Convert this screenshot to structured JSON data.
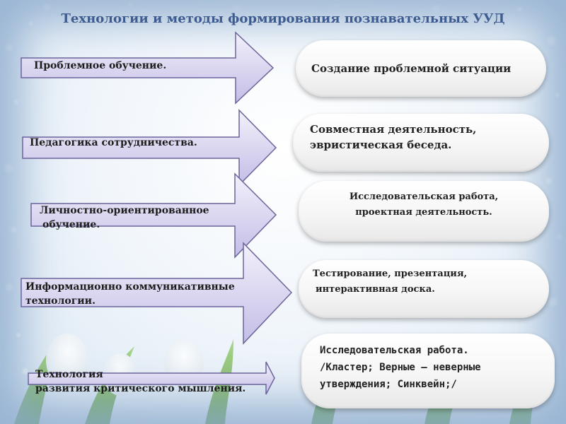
{
  "slide": {
    "title": "Технологии и методы формирования познавательных УУД",
    "rows": [
      {
        "technology": "Проблемное обучение.",
        "methods": [
          "Создание проблемной ситуации"
        ]
      },
      {
        "technology": "Педагогика сотрудничества.",
        "methods": [
          "Совместная деятельность,",
          "эвристическая беседа."
        ]
      },
      {
        "technology_lines": [
          "Личностно-ориентированное",
          "обучение."
        ],
        "methods": [
          "Исследовательская работа,",
          "проектная деятельность."
        ]
      },
      {
        "technology_lines": [
          "Информационно коммуникативные",
          "технологии."
        ],
        "methods": [
          "Тестирование, презентация,",
          "интерактивная доска."
        ]
      },
      {
        "technology_lines": [
          "Технология",
          "развития критического мышления."
        ],
        "methods": [
          "Исследовательская работа.",
          "/Кластер; Верные – неверные",
          "утверждения;  Синквейн;/"
        ]
      }
    ]
  },
  "colors": {
    "title": "#3d5b8e",
    "arrow_fill_light": "#f3f1fb",
    "arrow_fill_dark": "#c3bde6",
    "arrow_stroke": "#6b649b",
    "frame": "#8fb0d3"
  }
}
